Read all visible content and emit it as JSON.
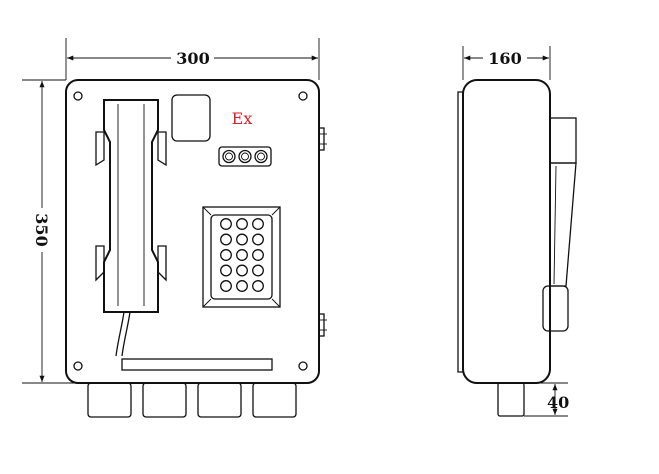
{
  "dimensions": {
    "width": "300",
    "height": "350",
    "depth": "160",
    "gland_length": "40"
  },
  "marking": {
    "ex_label": "Ex"
  },
  "keypad": {
    "rows": 5,
    "cols": 3
  },
  "colors": {
    "line": "#111111",
    "ex_mark": "#d8202a",
    "background": "#ffffff"
  }
}
